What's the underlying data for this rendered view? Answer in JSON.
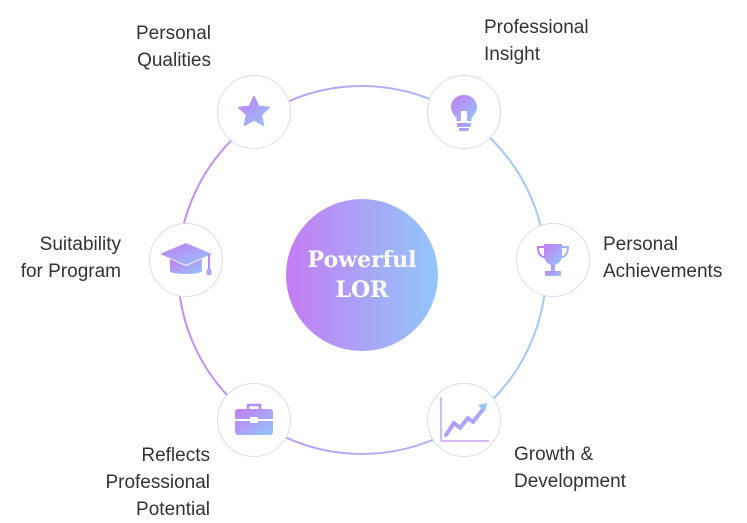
{
  "center": {
    "line1": "Powerful",
    "line2": "LOR"
  },
  "nodes": [
    {
      "id": "personal-qualities",
      "icon": "star-icon",
      "lines": [
        "Personal",
        "Qualities"
      ]
    },
    {
      "id": "professional-insight",
      "icon": "lightbulb-icon",
      "lines": [
        "Professional",
        "Insight"
      ]
    },
    {
      "id": "suitability",
      "icon": "graduation-cap-icon",
      "lines": [
        "Suitability",
        "for Program"
      ]
    },
    {
      "id": "personal-achievements",
      "icon": "trophy-icon",
      "lines": [
        "Personal",
        "Achievements"
      ]
    },
    {
      "id": "reflects-potential",
      "icon": "briefcase-icon",
      "lines": [
        "Reflects",
        "Professional",
        "Potential"
      ]
    },
    {
      "id": "growth",
      "icon": "growth-chart-icon",
      "lines": [
        "Growth &",
        "Development"
      ]
    }
  ],
  "colors": {
    "purple": "#c47cf3",
    "blue": "#93c6fa",
    "text": "#333333"
  }
}
